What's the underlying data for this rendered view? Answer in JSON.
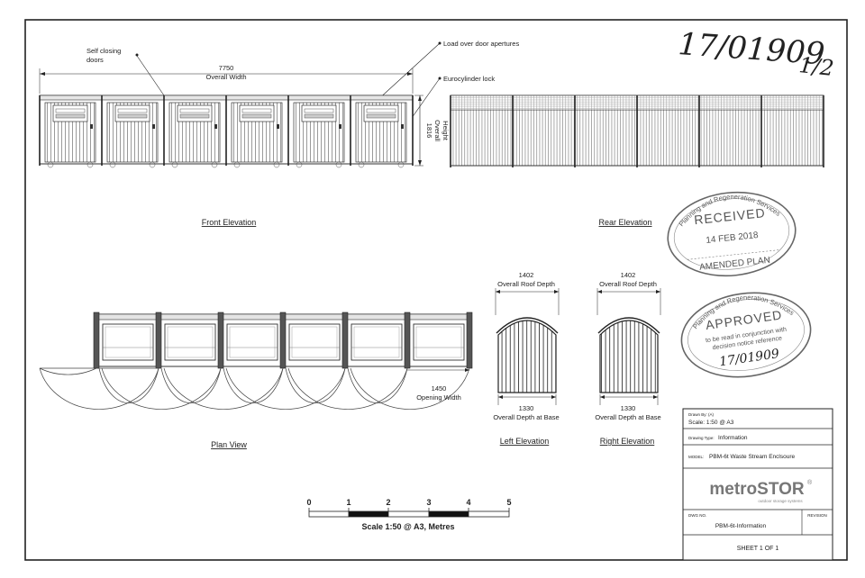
{
  "handwritten_ref": "17/01909",
  "handwritten_sheet": "1/2",
  "front_elevation": {
    "title": "Front Elevation",
    "width_value": "7750",
    "width_label": "Overall Width",
    "height_value": "1816",
    "height_label_1": "Overall",
    "height_label_2": "Height",
    "callout_doors_1": "Self closing",
    "callout_doors_2": "doors",
    "callout_load": "Load over door apertures",
    "callout_lock": "Eurocylinder lock"
  },
  "rear_elevation": {
    "title": "Rear Elevation"
  },
  "plan_view": {
    "title": "Plan View",
    "opening_value": "1450",
    "opening_label": "Opening Width"
  },
  "left_elevation": {
    "title": "Left Elevation",
    "roof_value": "1402",
    "roof_label": "Overall Roof Depth",
    "base_value": "1330",
    "base_label": "Overall Depth at Base"
  },
  "right_elevation": {
    "title": "Right Elevation",
    "roof_value": "1402",
    "roof_label": "Overall Roof Depth",
    "base_value": "1330",
    "base_label": "Overall Depth at Base"
  },
  "stamp_received": {
    "arc_text": "Planning and Regeneration Services",
    "status": "RECEIVED",
    "date": "14 FEB 2018",
    "footer": "AMENDED PLAN"
  },
  "stamp_approved": {
    "arc_text": "Planning and Regeneration Services",
    "status": "APPROVED",
    "line1": "to be read in conjunction with",
    "line2": "decision notice reference",
    "reference": "17/01909"
  },
  "scale_bar": {
    "ticks": [
      "0",
      "1",
      "2",
      "3",
      "4",
      "5"
    ],
    "caption": "Scale 1:50 @ A3, Metres"
  },
  "title_block": {
    "drawn_by": "Drawn By: (A)",
    "scale": "Scale: 1:50 @ A3",
    "drawing_type_label": "Drawing Type:",
    "drawing_type": "Information",
    "model_label": "MODEL:",
    "model": "PBM-6t Waste Stream Enclsoure",
    "brand": "metroSTOR",
    "brand_mark": "®",
    "tagline": "outdoor storage systems",
    "dwg_label": "DWG NO.",
    "revision_label": "REVISION",
    "dwg_no": "PBM-6t-Information",
    "sheet": "SHEET 1 OF 1"
  }
}
